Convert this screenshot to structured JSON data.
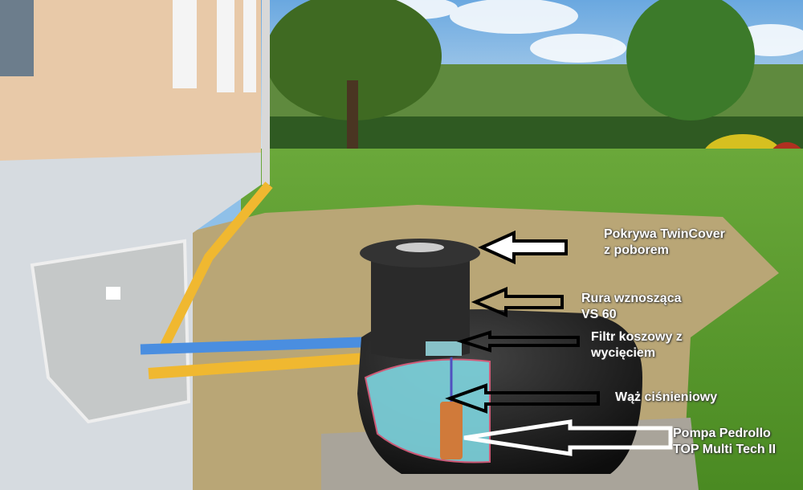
{
  "labels": {
    "cover": [
      "Pokrywa TwinCover",
      "z poborem"
    ],
    "riser": [
      "Rura wznosząca",
      "VS 60"
    ],
    "filter": [
      "Filtr koszowy z",
      "wycięciem"
    ],
    "hose": [
      "Wąż ciśnieniowy"
    ],
    "pump": [
      "Pompa Pedrollo",
      "TOP Multi Tech II"
    ]
  },
  "colors": {
    "sky": "#8fc0e8",
    "grass": "#5a9a2a",
    "soil": "#b9a676",
    "tank": "#1a1a1a",
    "water": "#7fd6e0",
    "pipe_yellow": "#f0b830",
    "pipe_blue": "#4a8ee0",
    "house_upper": "#e8c9a8",
    "house_plinth": "#d6dbe0"
  }
}
